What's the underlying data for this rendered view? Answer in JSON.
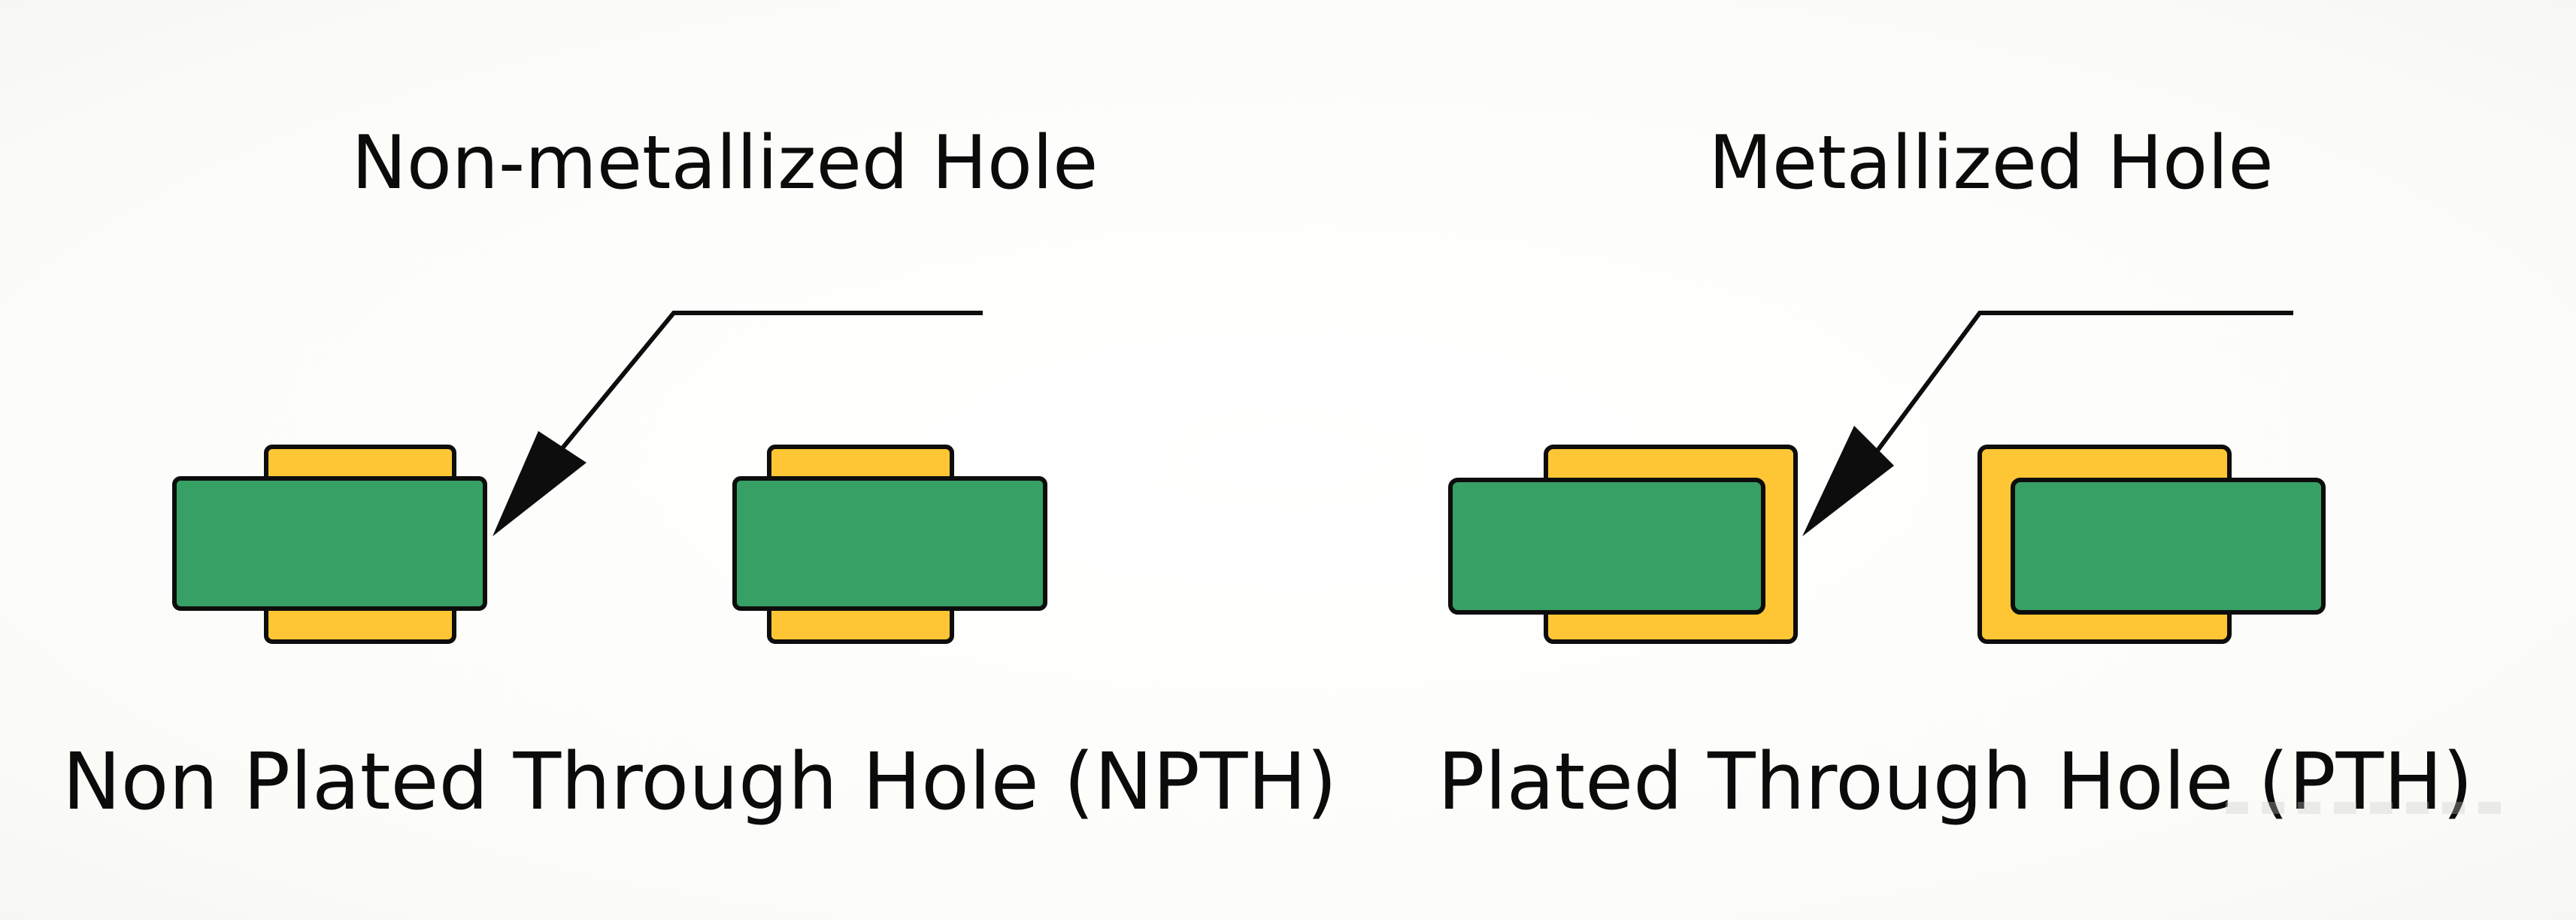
{
  "diagram": {
    "colors": {
      "board": "#37a064",
      "copper": "#fec634",
      "outline": "#0d0d0d",
      "background": "#fdfdfb"
    },
    "left_panel": {
      "title": "Non-metallized Hole",
      "caption": "Non Plated Through Hole (NPTH)",
      "type": "npth"
    },
    "right_panel": {
      "title": "Metallized Hole",
      "caption": "Plated Through Hole (PTH)",
      "type": "pth"
    }
  }
}
